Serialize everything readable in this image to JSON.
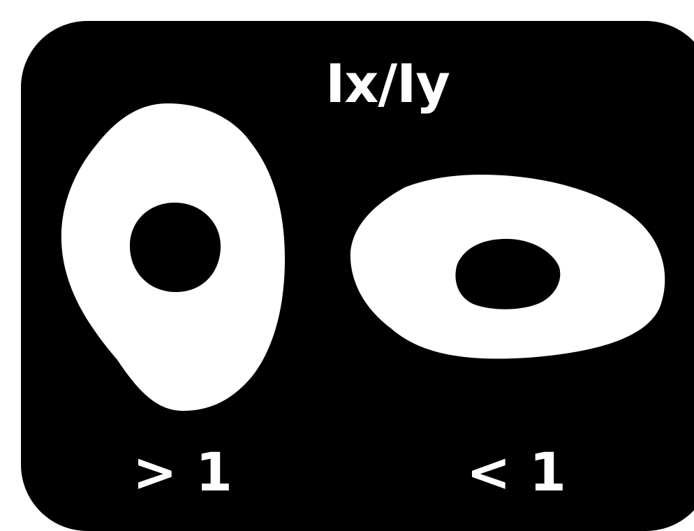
{
  "title": "Ix/Iy",
  "shapes": [
    {
      "name": "tall-ring",
      "caption": "> 1"
    },
    {
      "name": "wide-ring",
      "caption": "< 1"
    }
  ],
  "colors": {
    "background": "#000000",
    "shape": "#ffffff",
    "text": "#ffffff"
  }
}
